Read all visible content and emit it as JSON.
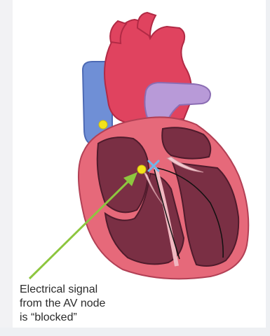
{
  "caption": {
    "lines": [
      "Electrical signal",
      "from the AV node",
      "is “blocked”"
    ]
  },
  "markers": {
    "sa_node": "yellow-dot",
    "av_node": "yellow-dot",
    "block": "blue-x",
    "arrow": "green-arrow"
  },
  "colors": {
    "aorta": "#e0435f",
    "vena_cava": "#6f8fd6",
    "pulmonary": "#b89ad8",
    "heart_wall": "#e6697a",
    "heart_inner": "#7a2f44",
    "arrow": "#8dc63f",
    "node": "#f3e31b",
    "block": "#6fb7e9"
  }
}
